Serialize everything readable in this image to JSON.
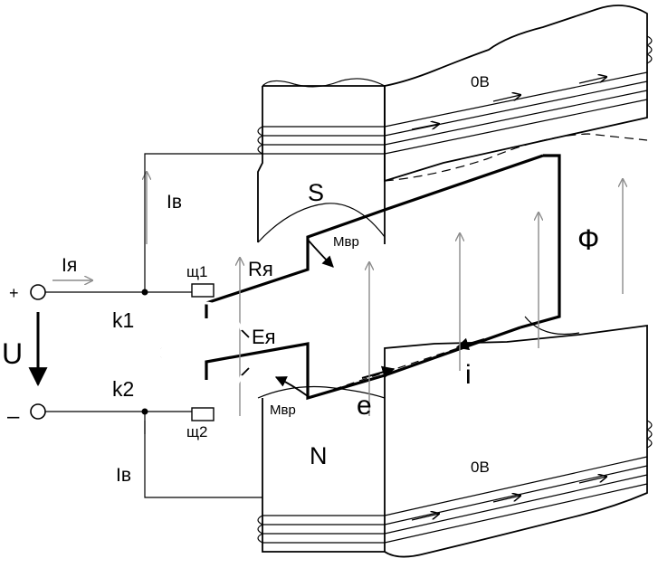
{
  "labels": {
    "plus": "+",
    "minus": "–",
    "voltage": "U",
    "armature_current": "Iя",
    "field_current_top": "Iв",
    "field_current_bottom": "Iв",
    "node1": "k1",
    "node2": "k2",
    "brush1": "щ1",
    "brush2": "щ2",
    "armature_resistance": "Rя",
    "armature_emf": "Eя",
    "torque_top": "Mвр",
    "torque_bottom": "Mвр",
    "pole_south": "S",
    "pole_north": "N",
    "field_winding_top": "0B",
    "field_winding_bottom": "0B",
    "flux": "Ф",
    "emf": "e",
    "current": "i"
  }
}
